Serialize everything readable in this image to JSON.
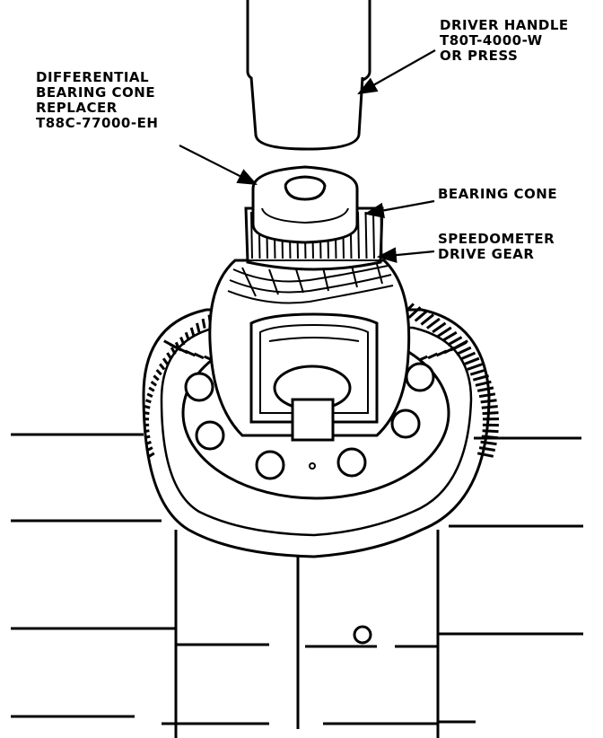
{
  "labels": {
    "driver_handle": [
      "DRIVER HANDLE",
      "T80T-4000-W",
      "OR PRESS"
    ],
    "replacer": [
      "DIFFERENTIAL",
      "BEARING CONE",
      "REPLACER",
      "T88C-77000-EH"
    ],
    "bearing_cone": [
      "BEARING CONE"
    ],
    "speedometer_gear": [
      "SPEEDOMETER",
      "DRIVE GEAR"
    ]
  },
  "colors": {
    "ink": "#000000",
    "paper": "#ffffff"
  }
}
